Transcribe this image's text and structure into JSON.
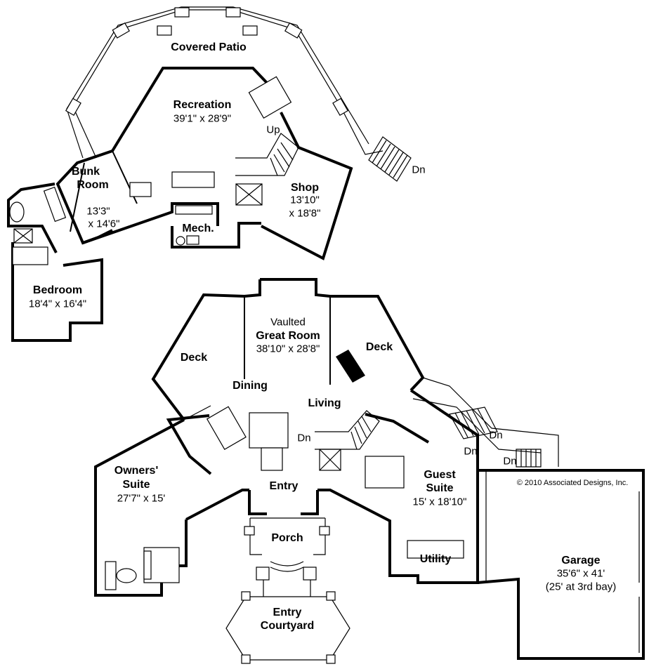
{
  "rooms": {
    "covered_patio": {
      "name": "Covered Patio"
    },
    "recreation": {
      "name": "Recreation",
      "size": "39'1\" x 28'9\""
    },
    "up": "Up",
    "bunk_room": {
      "name1": "Bunk",
      "name2": "Room",
      "size1": "13'3\"",
      "size2": "x 14'6\""
    },
    "shop": {
      "name": "Shop",
      "size1": "13'10\"",
      "size2": "x 18'8\""
    },
    "dn_patio": "Dn",
    "mech": {
      "name": "Mech."
    },
    "bedroom": {
      "name": "Bedroom",
      "size": "18'4\" x 16'4\""
    },
    "great_room": {
      "prefix": "Vaulted",
      "name": "Great Room",
      "size": "38'10\" x 28'8\""
    },
    "deck_left": {
      "name": "Deck"
    },
    "deck_right": {
      "name": "Deck"
    },
    "dining": {
      "name": "Dining"
    },
    "living": {
      "name": "Living"
    },
    "dn_stair": "Dn",
    "dn_deck1": "Dn",
    "dn_deck2": "Dn",
    "dn_deck3": "Dn",
    "owners_suite": {
      "name1": "Owners'",
      "name2": "Suite",
      "size": "27'7\" x 15'"
    },
    "entry": {
      "name": "Entry"
    },
    "guest_suite": {
      "name1": "Guest",
      "name2": "Suite",
      "size": "15' x 18'10\""
    },
    "porch": {
      "name": "Porch"
    },
    "utility": {
      "name": "Utility"
    },
    "garage": {
      "name": "Garage",
      "size1": "35'6\" x 41'",
      "size2": "(25' at 3rd bay)"
    },
    "entry_courtyard": {
      "name1": "Entry",
      "name2": "Courtyard"
    }
  },
  "copyright": "© 2010 Associated Designs, Inc."
}
